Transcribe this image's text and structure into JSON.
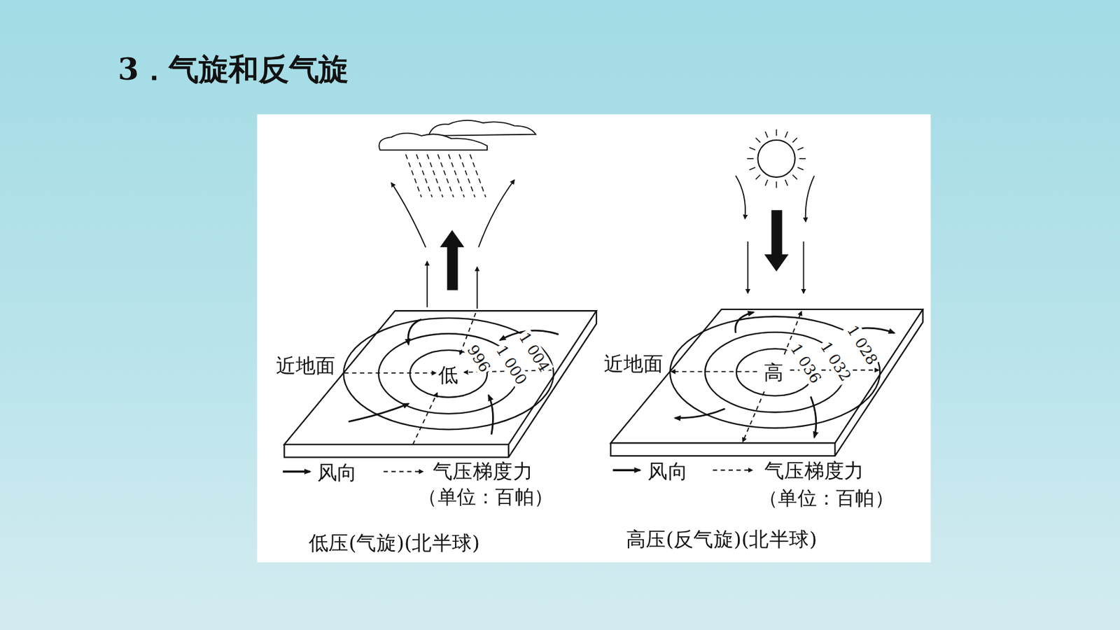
{
  "diagram": {
    "title": "3．气旋和反气旋",
    "labels": [
      "近地面",
      "低",
      "996",
      "1 000",
      "1 004",
      "（单位：百帕）",
      "低压(气旋)(北半球)",
      "近地面",
      "高",
      "1 036",
      "1 032",
      "1 028",
      "（单位：百帕）",
      "高压(反气旋)(北半球)"
    ],
    "legend": [
      {
        "text": "风向"
      },
      {
        "text": "气压梯度力"
      },
      {
        "text": "风向"
      },
      {
        "text": "气压梯度力"
      }
    ]
  }
}
